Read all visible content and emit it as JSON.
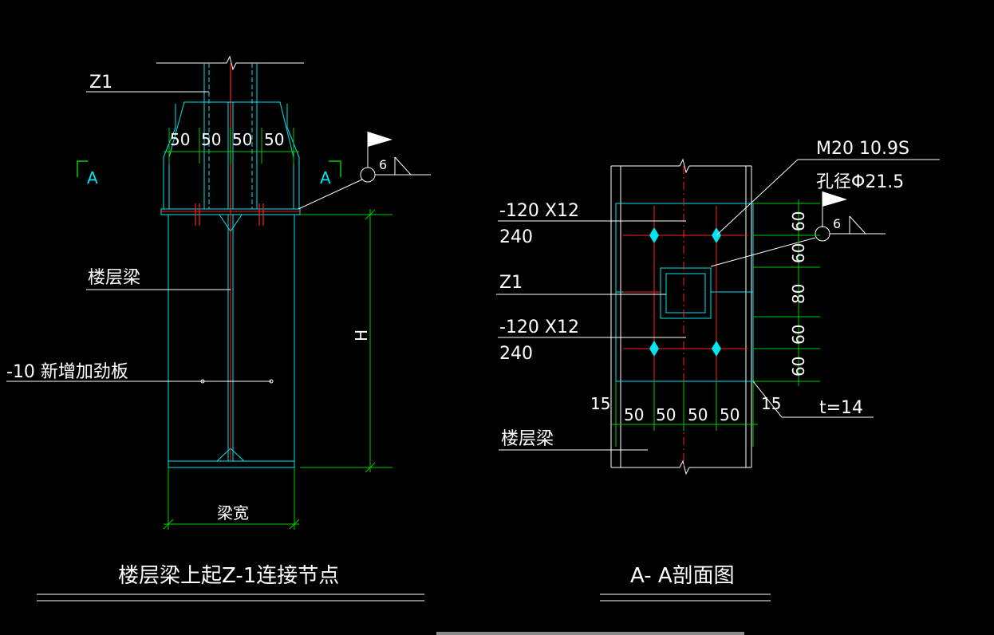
{
  "colors": {
    "background": "#000000",
    "steel": "#00e5ee",
    "dimension": "#00cc00",
    "centerline": "#ff2020",
    "annotation": "#ffffff",
    "bolt": "#00e5ee"
  },
  "left_view": {
    "column_label": "Z1",
    "dim_values": [
      "50",
      "50",
      "50",
      "50"
    ],
    "section_mark_left": "A",
    "section_mark_right": "A",
    "weld_size": "6",
    "beam_label": "楼层梁",
    "stiffener_label": "-10 新增加劲板",
    "height_label": "H",
    "width_label": "梁宽",
    "title": "楼层梁上起Z-1连接节点"
  },
  "right_view": {
    "bolt_spec": "M20 10.9S",
    "hole_spec": "孔径Φ21.5",
    "weld_size": "6",
    "plate_top_size": "-120 X12",
    "plate_top_len": "240",
    "column_label": "Z1",
    "plate_bottom_size": "-120 X12",
    "plate_bottom_len": "240",
    "vertical_dims": [
      "60",
      "60",
      "80",
      "60",
      "60"
    ],
    "edge_left": "15",
    "edge_right": "15",
    "bottom_dims": [
      "50",
      "50",
      "50",
      "50"
    ],
    "thickness_label": "t=14",
    "beam_label": "楼层梁",
    "title": "A- A剖面图"
  }
}
